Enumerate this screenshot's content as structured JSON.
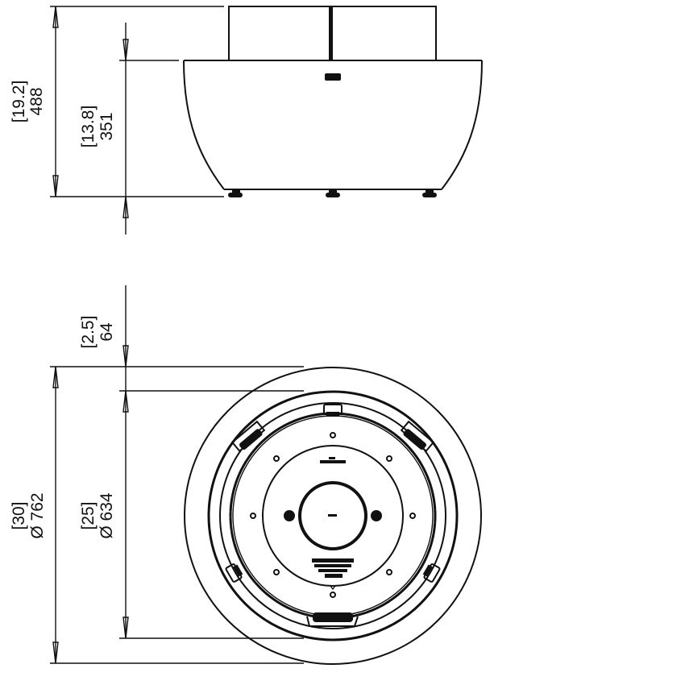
{
  "drawing": {
    "type": "technical-dimension-drawing",
    "subject": "round fire pit bowl",
    "units_primary": "mm",
    "units_secondary": "in",
    "colors": {
      "line": "#111111",
      "background": "#ffffff"
    }
  },
  "elevation_view": {
    "dimensions": {
      "overall_height": {
        "value": "488",
        "imperial": "[19.2]"
      },
      "bowl_height": {
        "value": "351",
        "imperial": "[13.8]"
      }
    },
    "feet_count": 3
  },
  "plan_view": {
    "dimensions": {
      "rim_width": {
        "value": "64",
        "imperial": "[2.5]"
      },
      "outer_diameter": {
        "value": "Ø 762",
        "imperial": "[30]"
      },
      "inner_diameter": {
        "value": "Ø 634",
        "imperial": "[25]"
      }
    },
    "mounting_holes": 8,
    "brackets": 6
  }
}
